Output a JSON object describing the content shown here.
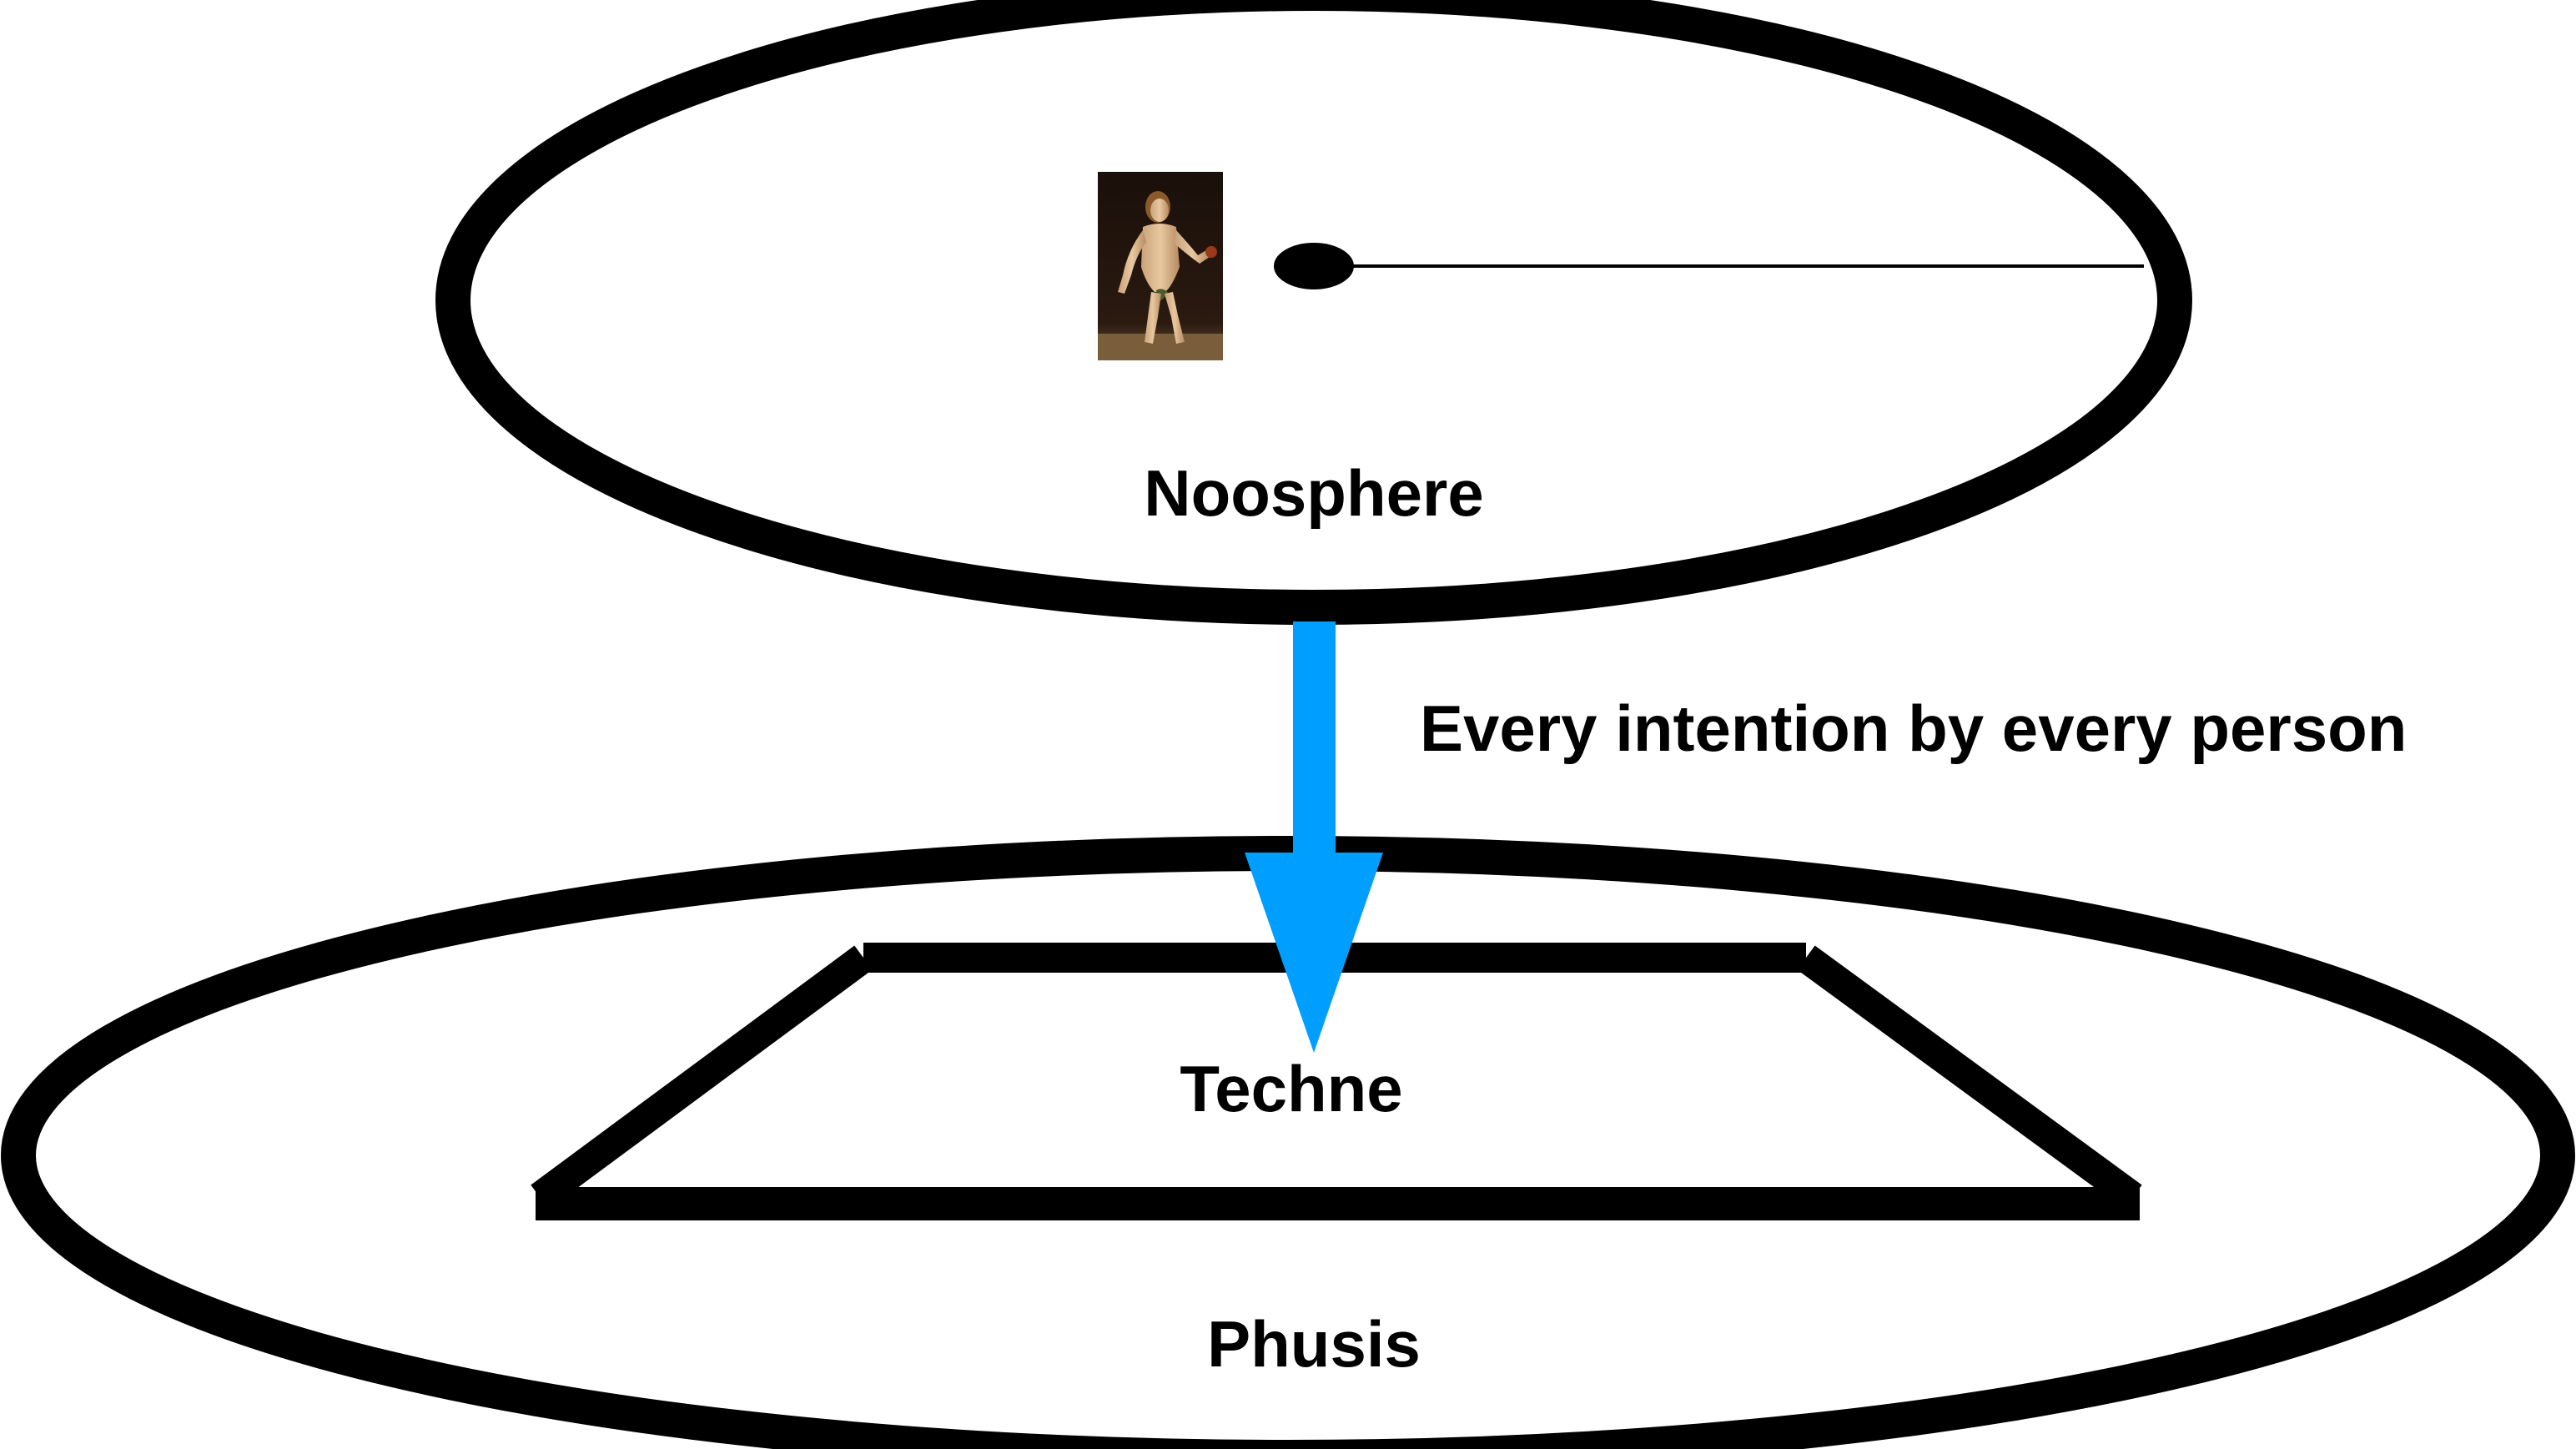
{
  "noosphere": {
    "label": "Noosphere"
  },
  "arrow": {
    "label": "Every intention by every person",
    "color": "#009FFF"
  },
  "techne": {
    "label": "Techne"
  },
  "phusis": {
    "label": "Phusis"
  },
  "figure": {
    "kind": "painting-of-standing-human-figure"
  },
  "colors": {
    "stroke": "#000000",
    "background": "#ffffff"
  }
}
